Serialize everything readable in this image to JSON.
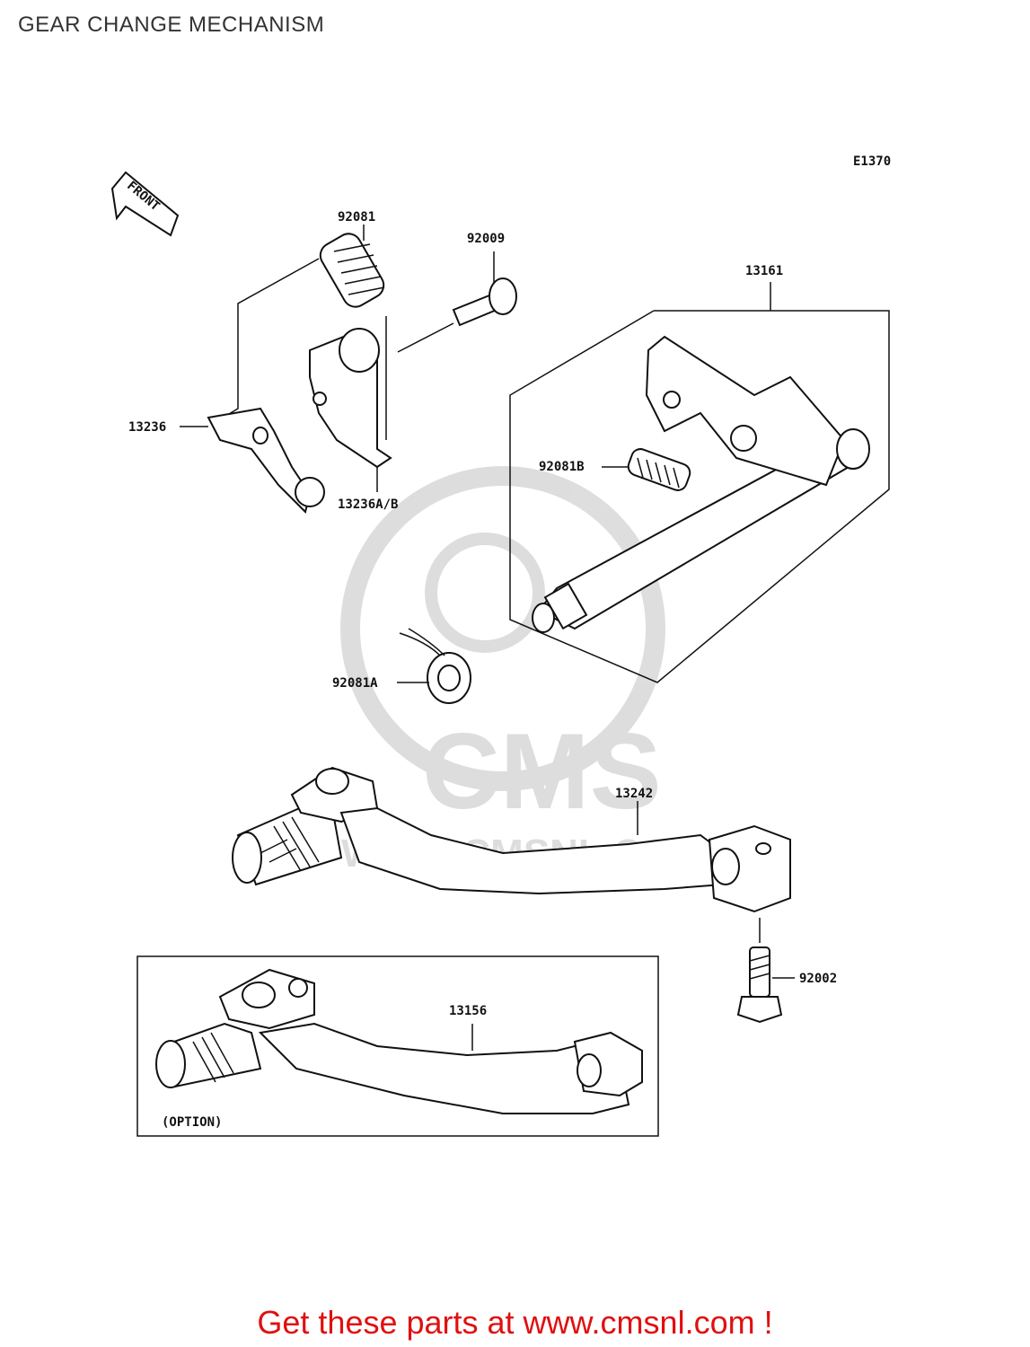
{
  "title": "GEAR CHANGE MECHANISM",
  "diagram_code": "E1370",
  "front_label": "FRONT",
  "watermark": "CMS",
  "watermark_url": "WWW.CMSNL.COM",
  "parts": [
    {
      "id": "92081",
      "label": "92081"
    },
    {
      "id": "92009",
      "label": "92009"
    },
    {
      "id": "13161",
      "label": "13161"
    },
    {
      "id": "13236",
      "label": "13236"
    },
    {
      "id": "13236ab",
      "label": "13236A/B"
    },
    {
      "id": "92081b",
      "label": "92081B"
    },
    {
      "id": "92081a",
      "label": "92081A"
    },
    {
      "id": "13242",
      "label": "13242"
    },
    {
      "id": "92002",
      "label": "92002"
    },
    {
      "id": "13156",
      "label": "13156"
    }
  ],
  "option_label": "(OPTION)",
  "footer": "Get these parts at www.cmsnl.com !"
}
